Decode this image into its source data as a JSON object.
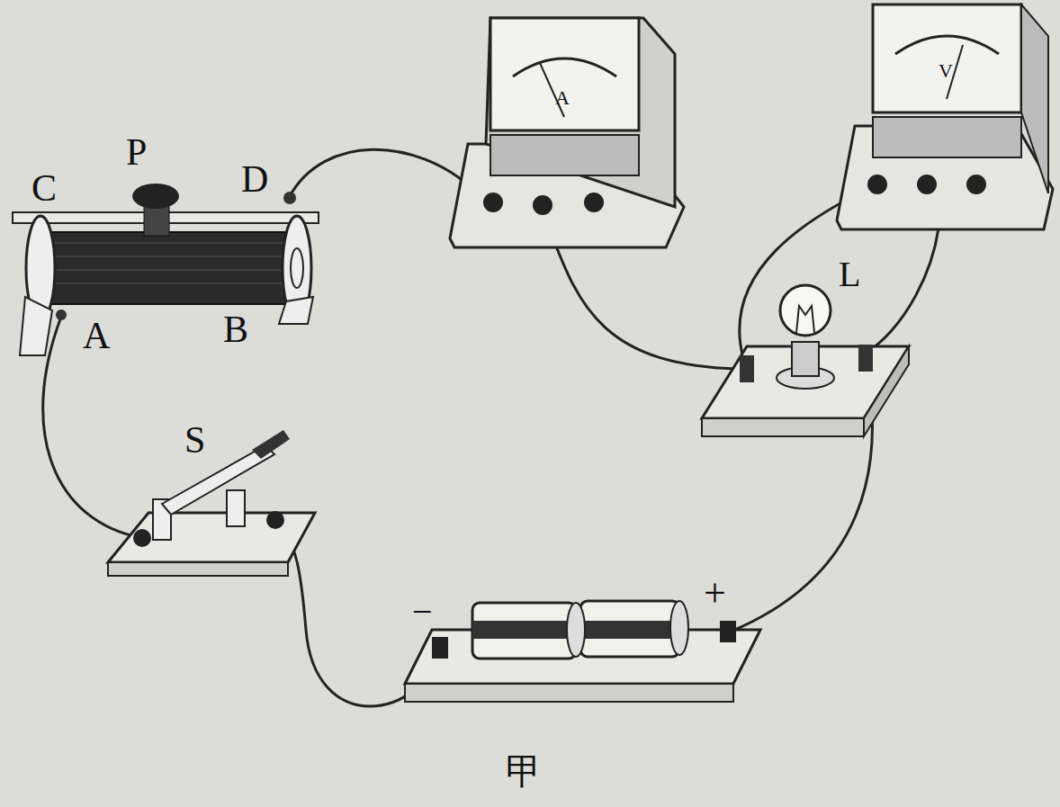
{
  "diagram": {
    "labels": [
      "C",
      "P",
      "D",
      "A",
      "B",
      "S",
      "A",
      "V",
      "L",
      "−",
      "+",
      "甲"
    ]
  }
}
